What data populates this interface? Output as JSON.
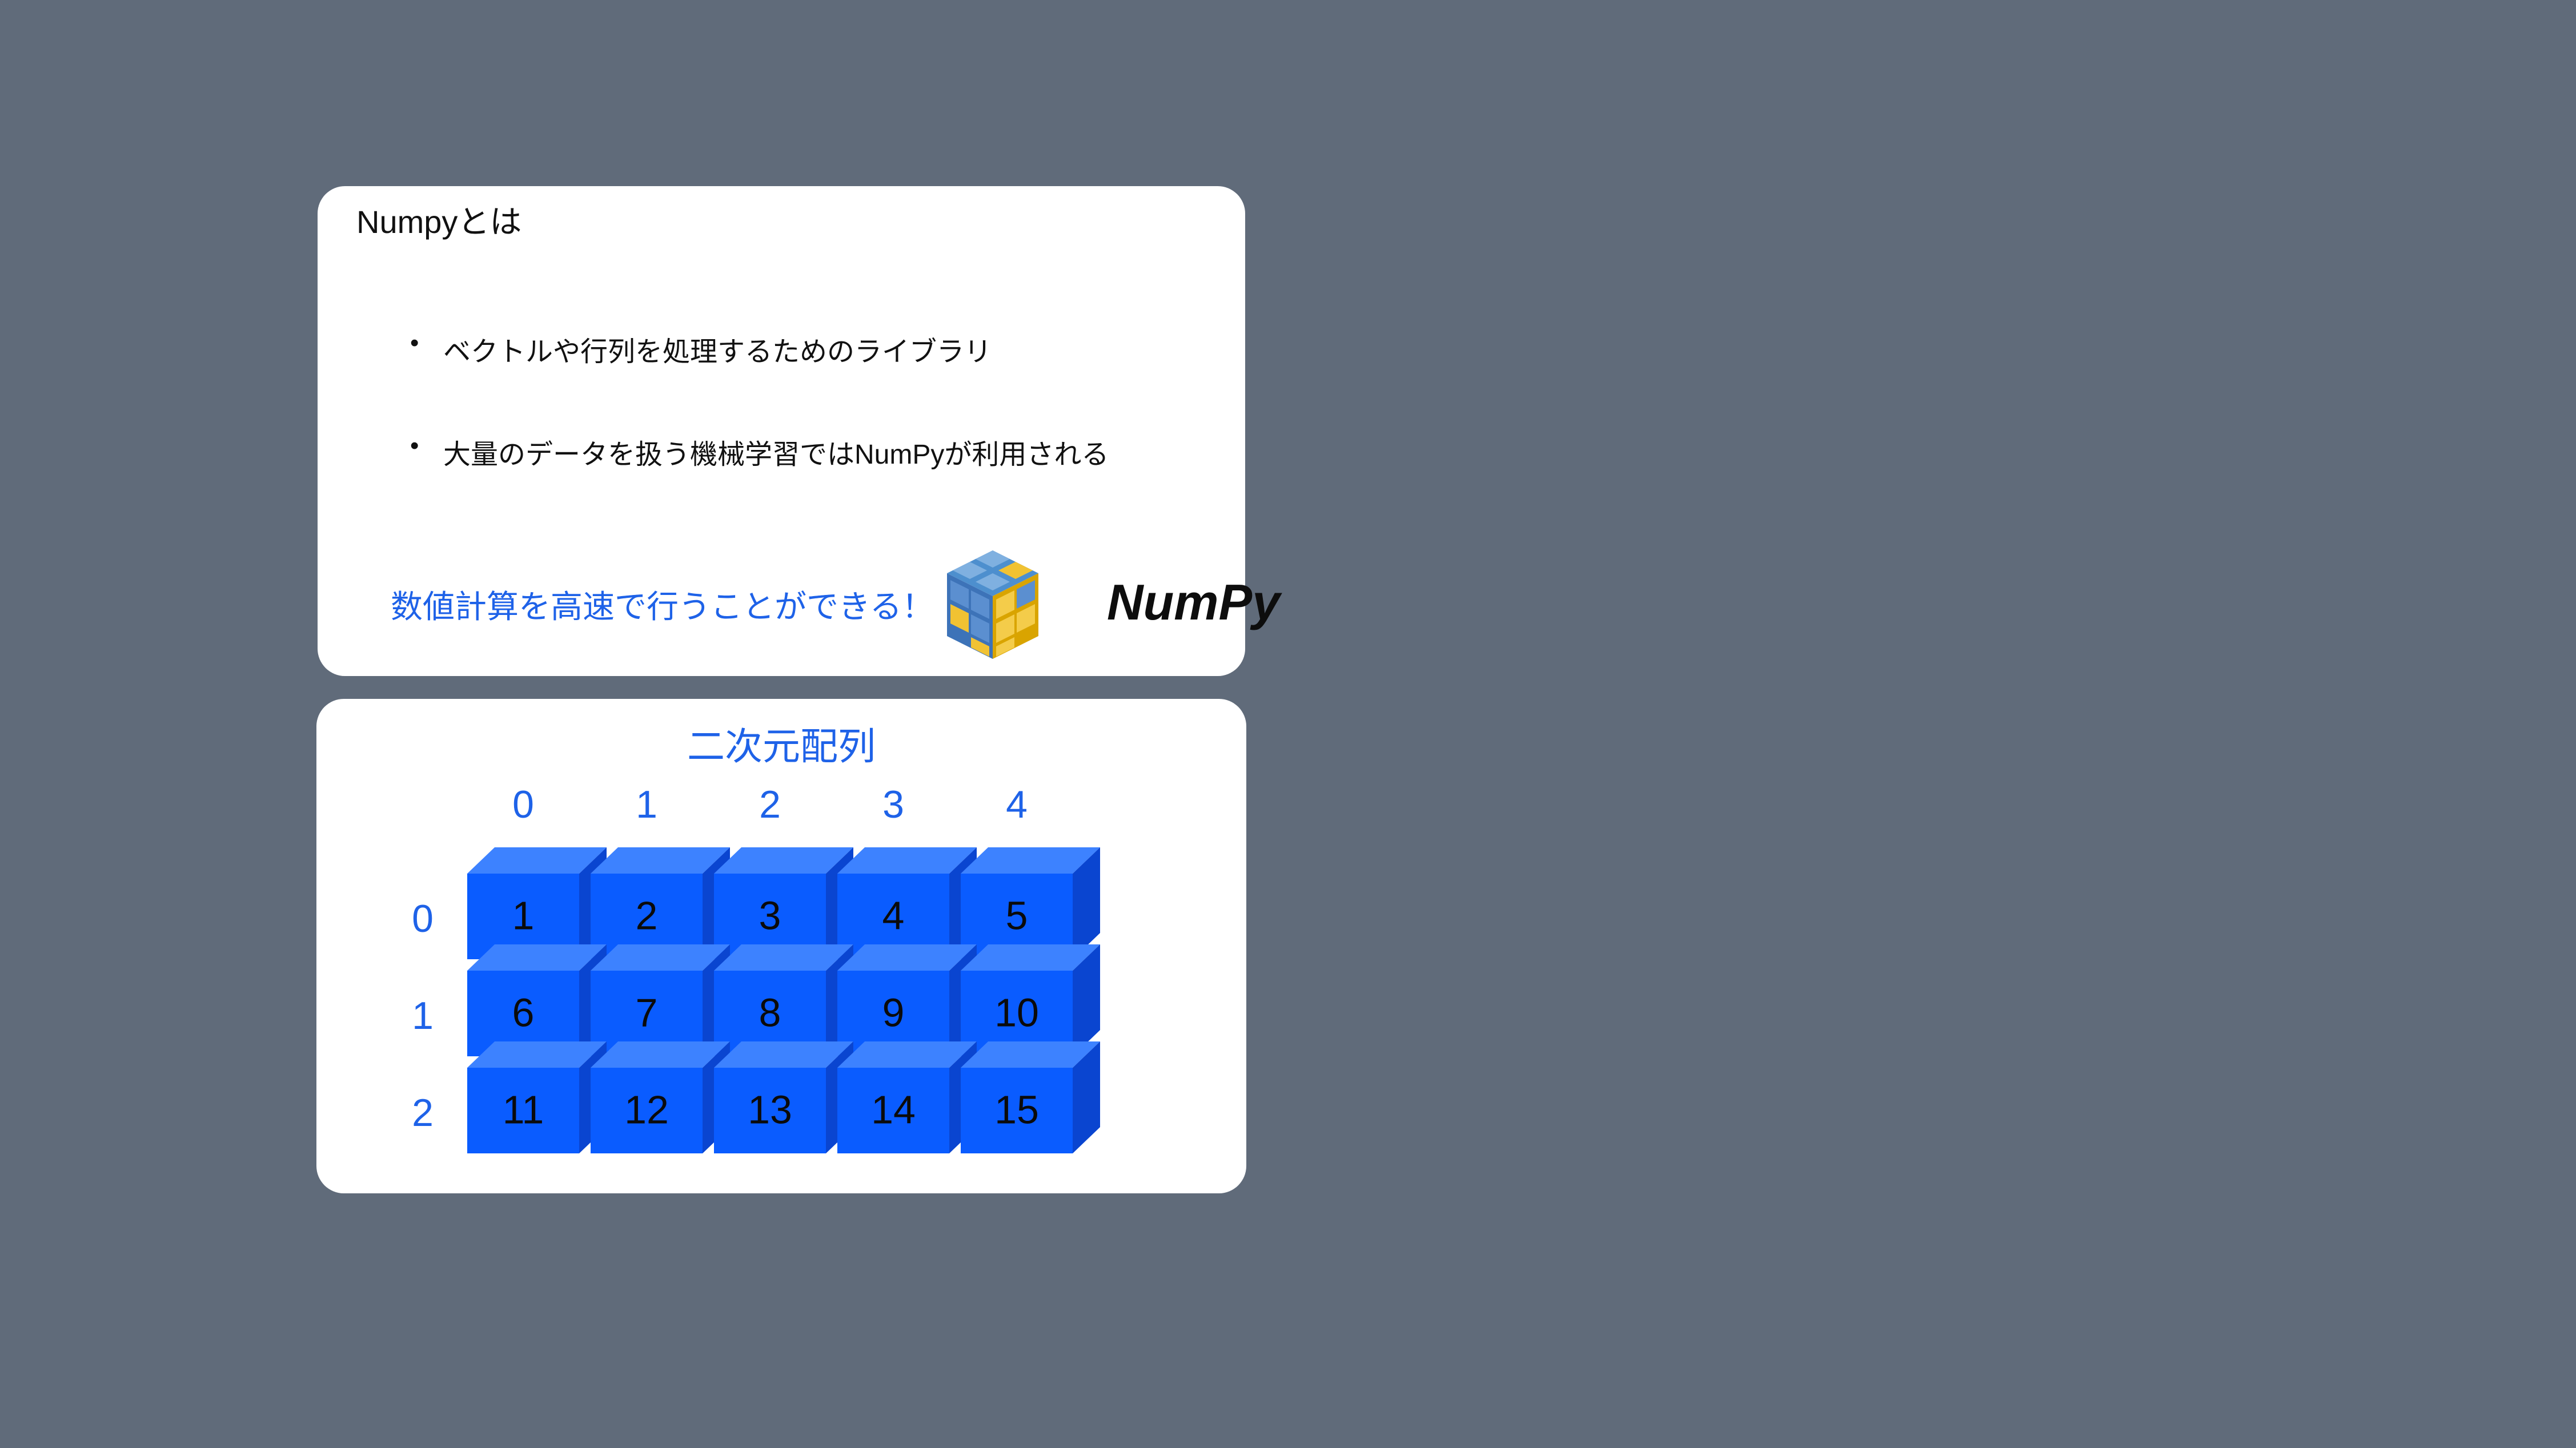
{
  "intro": {
    "title": "Numpyとは",
    "bullets": [
      "ベクトルや行列を処理するためのライブラリ",
      "大量のデータを扱う機械学習ではNumPyが利用される"
    ],
    "bullet_glyph": "•",
    "tagline": "数値計算を高速で行うことができる！",
    "logo_text": "NumPy",
    "accent_color": "#1e62e8"
  },
  "array_diagram": {
    "title": "二次元配列",
    "column_indices": [
      "0",
      "1",
      "2",
      "3",
      "4"
    ],
    "row_indices": [
      "0",
      "1",
      "2"
    ],
    "cells": [
      [
        "1",
        "2",
        "3",
        "4",
        "5"
      ],
      [
        "6",
        "7",
        "8",
        "9",
        "10"
      ],
      [
        "11",
        "12",
        "13",
        "14",
        "15"
      ]
    ],
    "colors": {
      "front": "#0a5cff",
      "top": "#3d82ff",
      "side": "#0a45d0",
      "index": "#1e62e8"
    }
  }
}
